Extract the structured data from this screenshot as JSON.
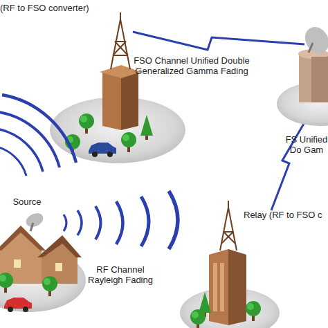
{
  "diagram": {
    "nodes": [
      {
        "text": [
          "(RF to FSO converter)"
        ]
      },
      {
        "text": [
          "Source"
        ]
      },
      {
        "text": [
          "Relay (RF to FSO c"
        ]
      }
    ],
    "labels": [
      "FSO Channel Unified Double Generalized Gamma Fading",
      "FS Unified Do Gam",
      "RF Channel Rayleigh Fading"
    ]
  }
}
